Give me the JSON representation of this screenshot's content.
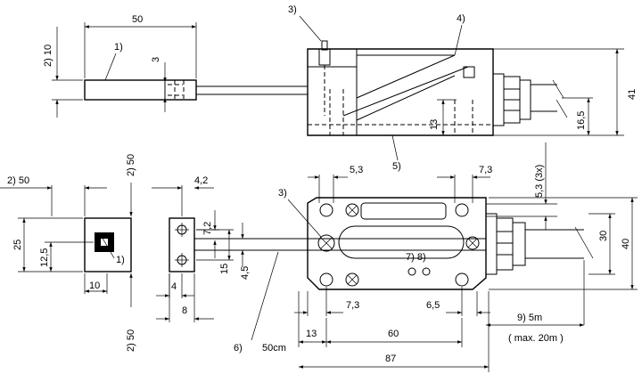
{
  "drawing": {
    "dims": {
      "d50_top": "50",
      "d10_left": "2) 10",
      "d3": "3",
      "d41": "41",
      "d16_5": "16,5",
      "d13_vert": "13",
      "d50_left": "2) 50",
      "d50_vert_top": "2) 50",
      "d4_2": "4,2",
      "d25": "25",
      "d12_5": "12,5",
      "d7_2": "7,2",
      "d15": "15",
      "d4_5": "4,5",
      "d10_bottom": "10",
      "d4": "4",
      "d8": "8",
      "d50_vert_bottom": "2) 50",
      "d5_3_top": "5,3",
      "d7_3_top": "7,3",
      "d5_3_3x": "5,3  (3x)",
      "d30": "30",
      "d40": "40",
      "d7_3_bottom": "7,3",
      "d6_5": "6,5",
      "d13_bottom": "13",
      "d60": "60",
      "d87": "87",
      "cable_len": "9)  5m",
      "cable_max": "( max. 20m )",
      "len_50cm": "50cm"
    },
    "callouts": {
      "c1_top": "1)",
      "c1_front": "1)",
      "c3_top": "3)",
      "c3_mid": "3)",
      "c4": "4)",
      "c5": "5)",
      "c6": "6)",
      "c7_8": "7) 8)"
    }
  }
}
